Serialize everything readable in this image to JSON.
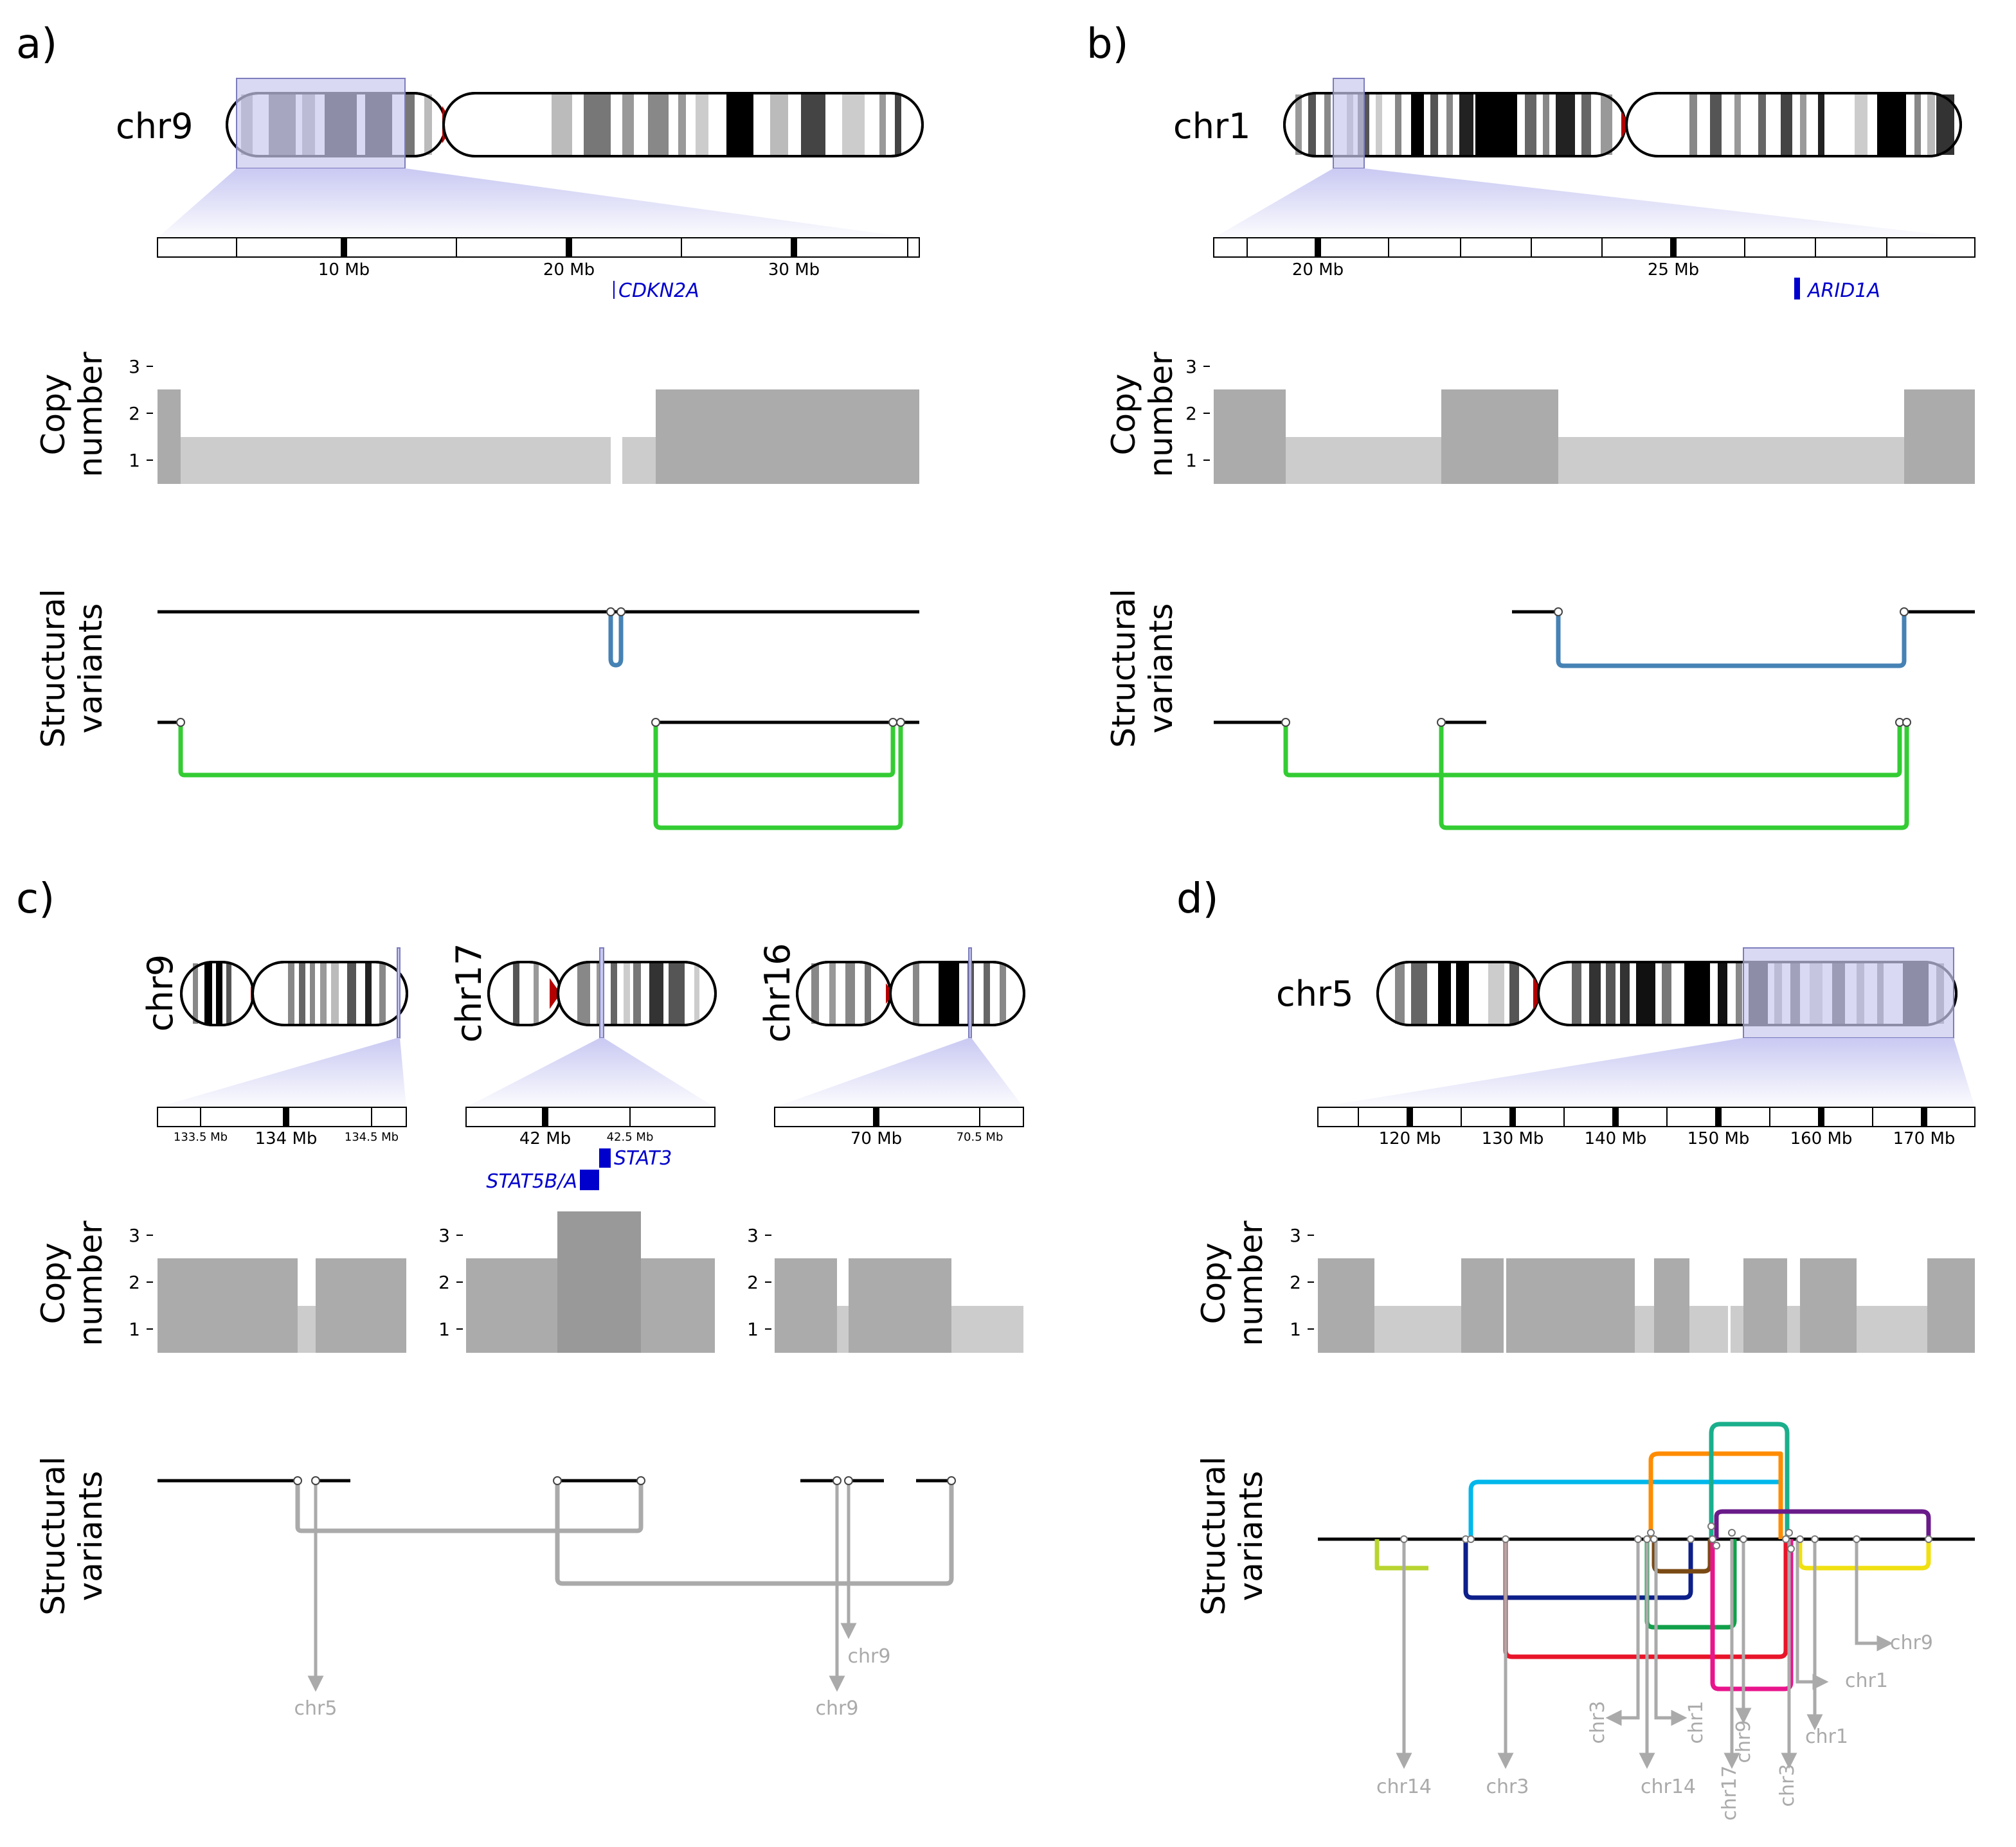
{
  "panels": {
    "a": {
      "label": "a)",
      "chrom": "chr9",
      "ticks": [
        "10 Mb",
        "20 Mb",
        "30 Mb"
      ],
      "gene": "CDKN2A",
      "cn_label": [
        "Copy",
        "number"
      ],
      "sv_label": [
        "Structural",
        "variants"
      ],
      "cn_ticks": [
        "1",
        "2",
        "3"
      ]
    },
    "b": {
      "label": "b)",
      "chrom": "chr1",
      "ticks": [
        "20 Mb",
        "25 Mb"
      ],
      "gene": "ARID1A",
      "cn_label": [
        "Copy",
        "number"
      ],
      "sv_label": [
        "Structural",
        "variants"
      ],
      "cn_ticks": [
        "1",
        "2",
        "3"
      ]
    },
    "c": {
      "label": "c)",
      "chroms": [
        "chr9",
        "chr17",
        "chr16"
      ],
      "ticks_chr9": [
        "133.5 Mb",
        "134 Mb",
        "134.5 Mb"
      ],
      "ticks_chr17": [
        "42 Mb",
        "42.5 Mb"
      ],
      "ticks_chr16": [
        "70 Mb",
        "70.5 Mb"
      ],
      "genes": [
        "STAT3",
        "STAT5B/A"
      ],
      "cn_label": [
        "Copy",
        "number"
      ],
      "sv_label": [
        "Structural",
        "variants"
      ],
      "cn_ticks": [
        "1",
        "2",
        "3"
      ],
      "targets": [
        "chr5",
        "chr9",
        "chr9"
      ]
    },
    "d": {
      "label": "d)",
      "chrom": "chr5",
      "ticks": [
        "120 Mb",
        "130 Mb",
        "140 Mb",
        "150 Mb",
        "160 Mb",
        "170 Mb"
      ],
      "cn_label": [
        "Copy",
        "number"
      ],
      "sv_label": [
        "Structural",
        "variants"
      ],
      "cn_ticks": [
        "1",
        "2",
        "3"
      ],
      "targets": [
        "chr14",
        "chr3",
        "chr3",
        "chr14",
        "chr1",
        "chr17",
        "chr9",
        "chr3",
        "chr1",
        "chr1",
        "chr9"
      ]
    }
  },
  "colors": {
    "cn_gain": "#ababab",
    "cn_loss": "#cccccc",
    "cn_amp": "#999999",
    "centromere": "#b50000",
    "zoom_box": "#c9c9ee",
    "gene": "#0000cc",
    "sv_blue": "#4682b4",
    "sv_green": "#33cc33",
    "sv_gray": "#aaaaaa"
  }
}
